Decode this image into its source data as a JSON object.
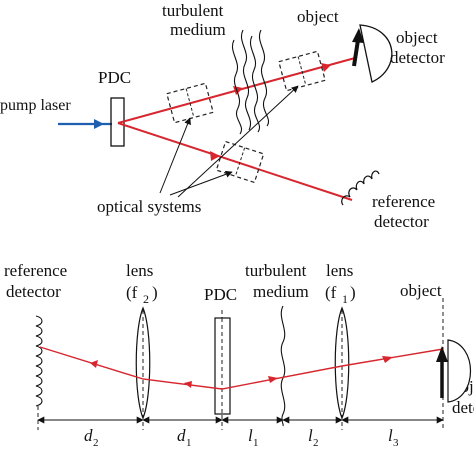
{
  "colors": {
    "beam": "#d7262e",
    "pump": "#1f5fb0",
    "ink": "#111111",
    "dash": "#222222"
  },
  "top_diagram": {
    "turbulent_medium_label_line1": "turbulent",
    "turbulent_medium_label_line2": "medium",
    "object_label": "object",
    "object_detector_label_line1": "object",
    "object_detector_label_line2": "detector",
    "pdc_label": "PDC",
    "pump_laser_label": "pump laser",
    "optical_systems_label": "optical systems",
    "reference_detector_label_line1": "reference",
    "reference_detector_label_line2": "detector"
  },
  "bottom_diagram": {
    "reference_detector_label_line1": "reference",
    "reference_detector_label_line2": "detector",
    "lens_f2_label": "lens",
    "lens_f2_focal": "(f",
    "lens_f2_sub": "2",
    "lens_f2_close": ")",
    "pdc_label": "PDC",
    "turbulent_medium_label_line1": "turbulent",
    "turbulent_medium_label_line2": "medium",
    "lens_f1_label": "lens",
    "lens_f1_focal": "(f",
    "lens_f1_sub": "1",
    "lens_f1_close": ")",
    "object_label": "object",
    "object_detector_label_line1": "obj",
    "object_detector_label_line2": "dete",
    "distances": [
      {
        "symbol": "d",
        "sub": "2"
      },
      {
        "symbol": "d",
        "sub": "1"
      },
      {
        "symbol": "l",
        "sub": "1"
      },
      {
        "symbol": "l",
        "sub": "2"
      },
      {
        "symbol": "l",
        "sub": "3"
      }
    ]
  }
}
